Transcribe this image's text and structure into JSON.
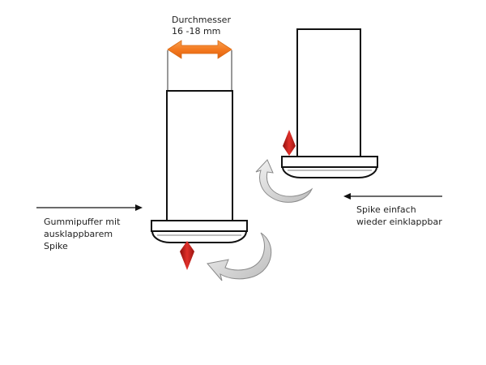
{
  "dimension_label": {
    "line1": "Durchmesser",
    "line2": "16 -18 mm"
  },
  "left_label": {
    "line1": "Gummipuffer mit",
    "line2": "ausklappbarem",
    "line3": "Spike"
  },
  "right_label": {
    "line1": "Spike einfach",
    "line2": "wieder einklappbar"
  },
  "colors": {
    "dimension_arrow": "#f47a20",
    "spike": "#c8201c",
    "outline": "#111111",
    "rotation_arrow_fill": "#d9d9d9",
    "rotation_arrow_stroke": "#8a8a8a"
  }
}
